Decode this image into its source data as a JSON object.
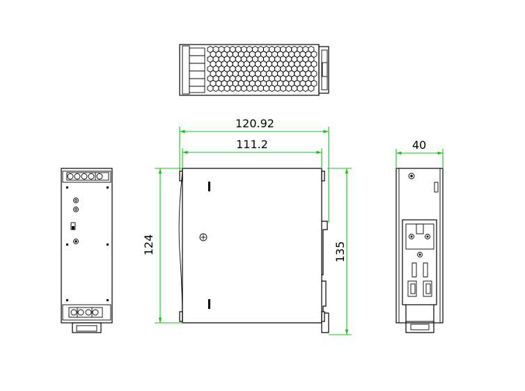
{
  "dimensions": {
    "overall_depth": "120.92",
    "body_depth": "111.2",
    "height_body": "124",
    "height_total": "135",
    "width": "40"
  },
  "colors": {
    "outline": "#000000",
    "dimension_line": "#16c316",
    "background": "#ffffff"
  }
}
